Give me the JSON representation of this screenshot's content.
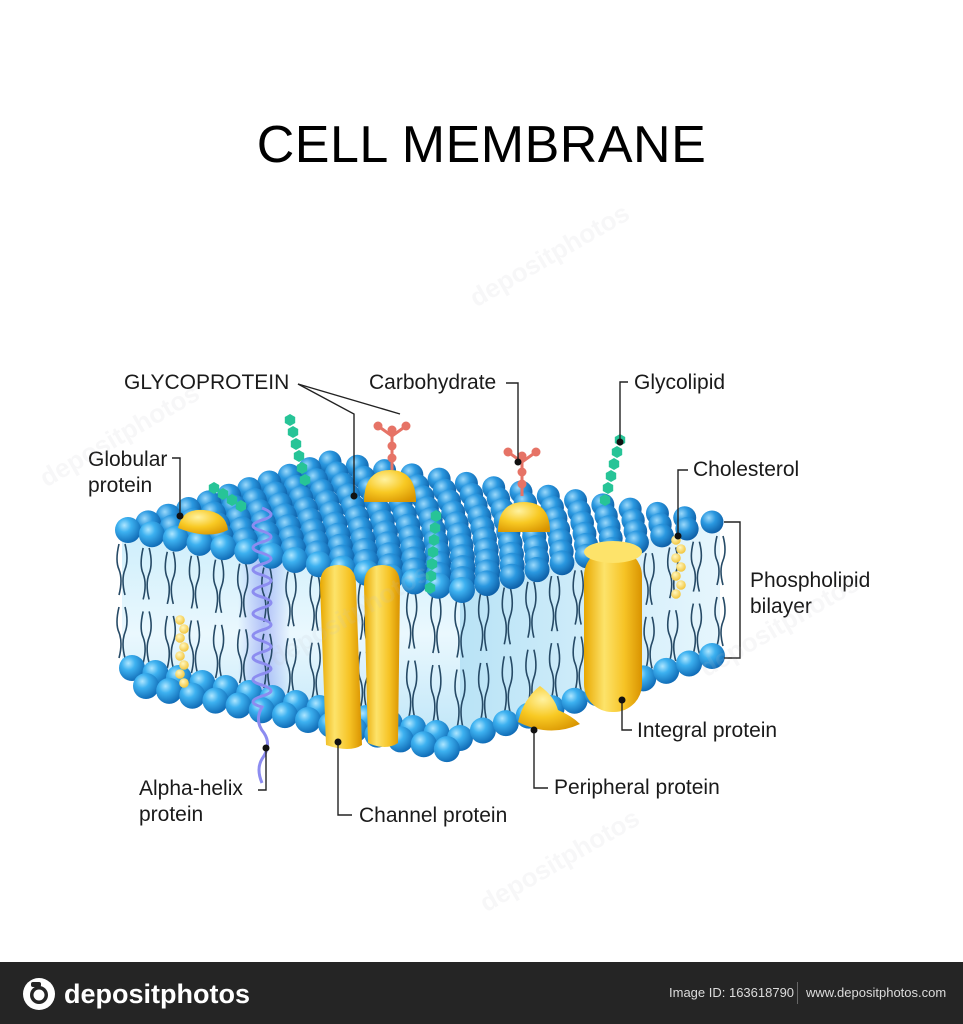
{
  "title": "CELL MEMBRANE",
  "labels": {
    "glycoprotein": "GLYCOPROTEIN",
    "carbohydrate": "Carbohydrate",
    "glycolipid": "Glycolipid",
    "globular_protein_1": "Globular",
    "globular_protein_2": "protein",
    "cholesterol": "Cholesterol",
    "phospholipid_bilayer_1": "Phospholipid",
    "phospholipid_bilayer_2": "bilayer",
    "integral_protein": "Integral protein",
    "peripheral_protein": "Peripheral protein",
    "channel_protein": "Channel protein",
    "alpha_helix_protein_1": "Alpha-helix",
    "alpha_helix_protein_2": "protein"
  },
  "watermark": "depositphotos",
  "footer": {
    "logo_text": "depositphotos",
    "image_id": "Image ID: 163618790",
    "url": "www.depositphotos.com"
  },
  "colors": {
    "head_blue": "#2b9fe6",
    "head_dark": "#0c5fa6",
    "tail": "#264a66",
    "protein_yellow": "#f6c325",
    "protein_dark": "#d99a00",
    "carbohydrate_green": "#27c497",
    "carbohydrate_red": "#e67366",
    "helix_violet": "#8c8cf0",
    "footer_bg": "#252525"
  }
}
